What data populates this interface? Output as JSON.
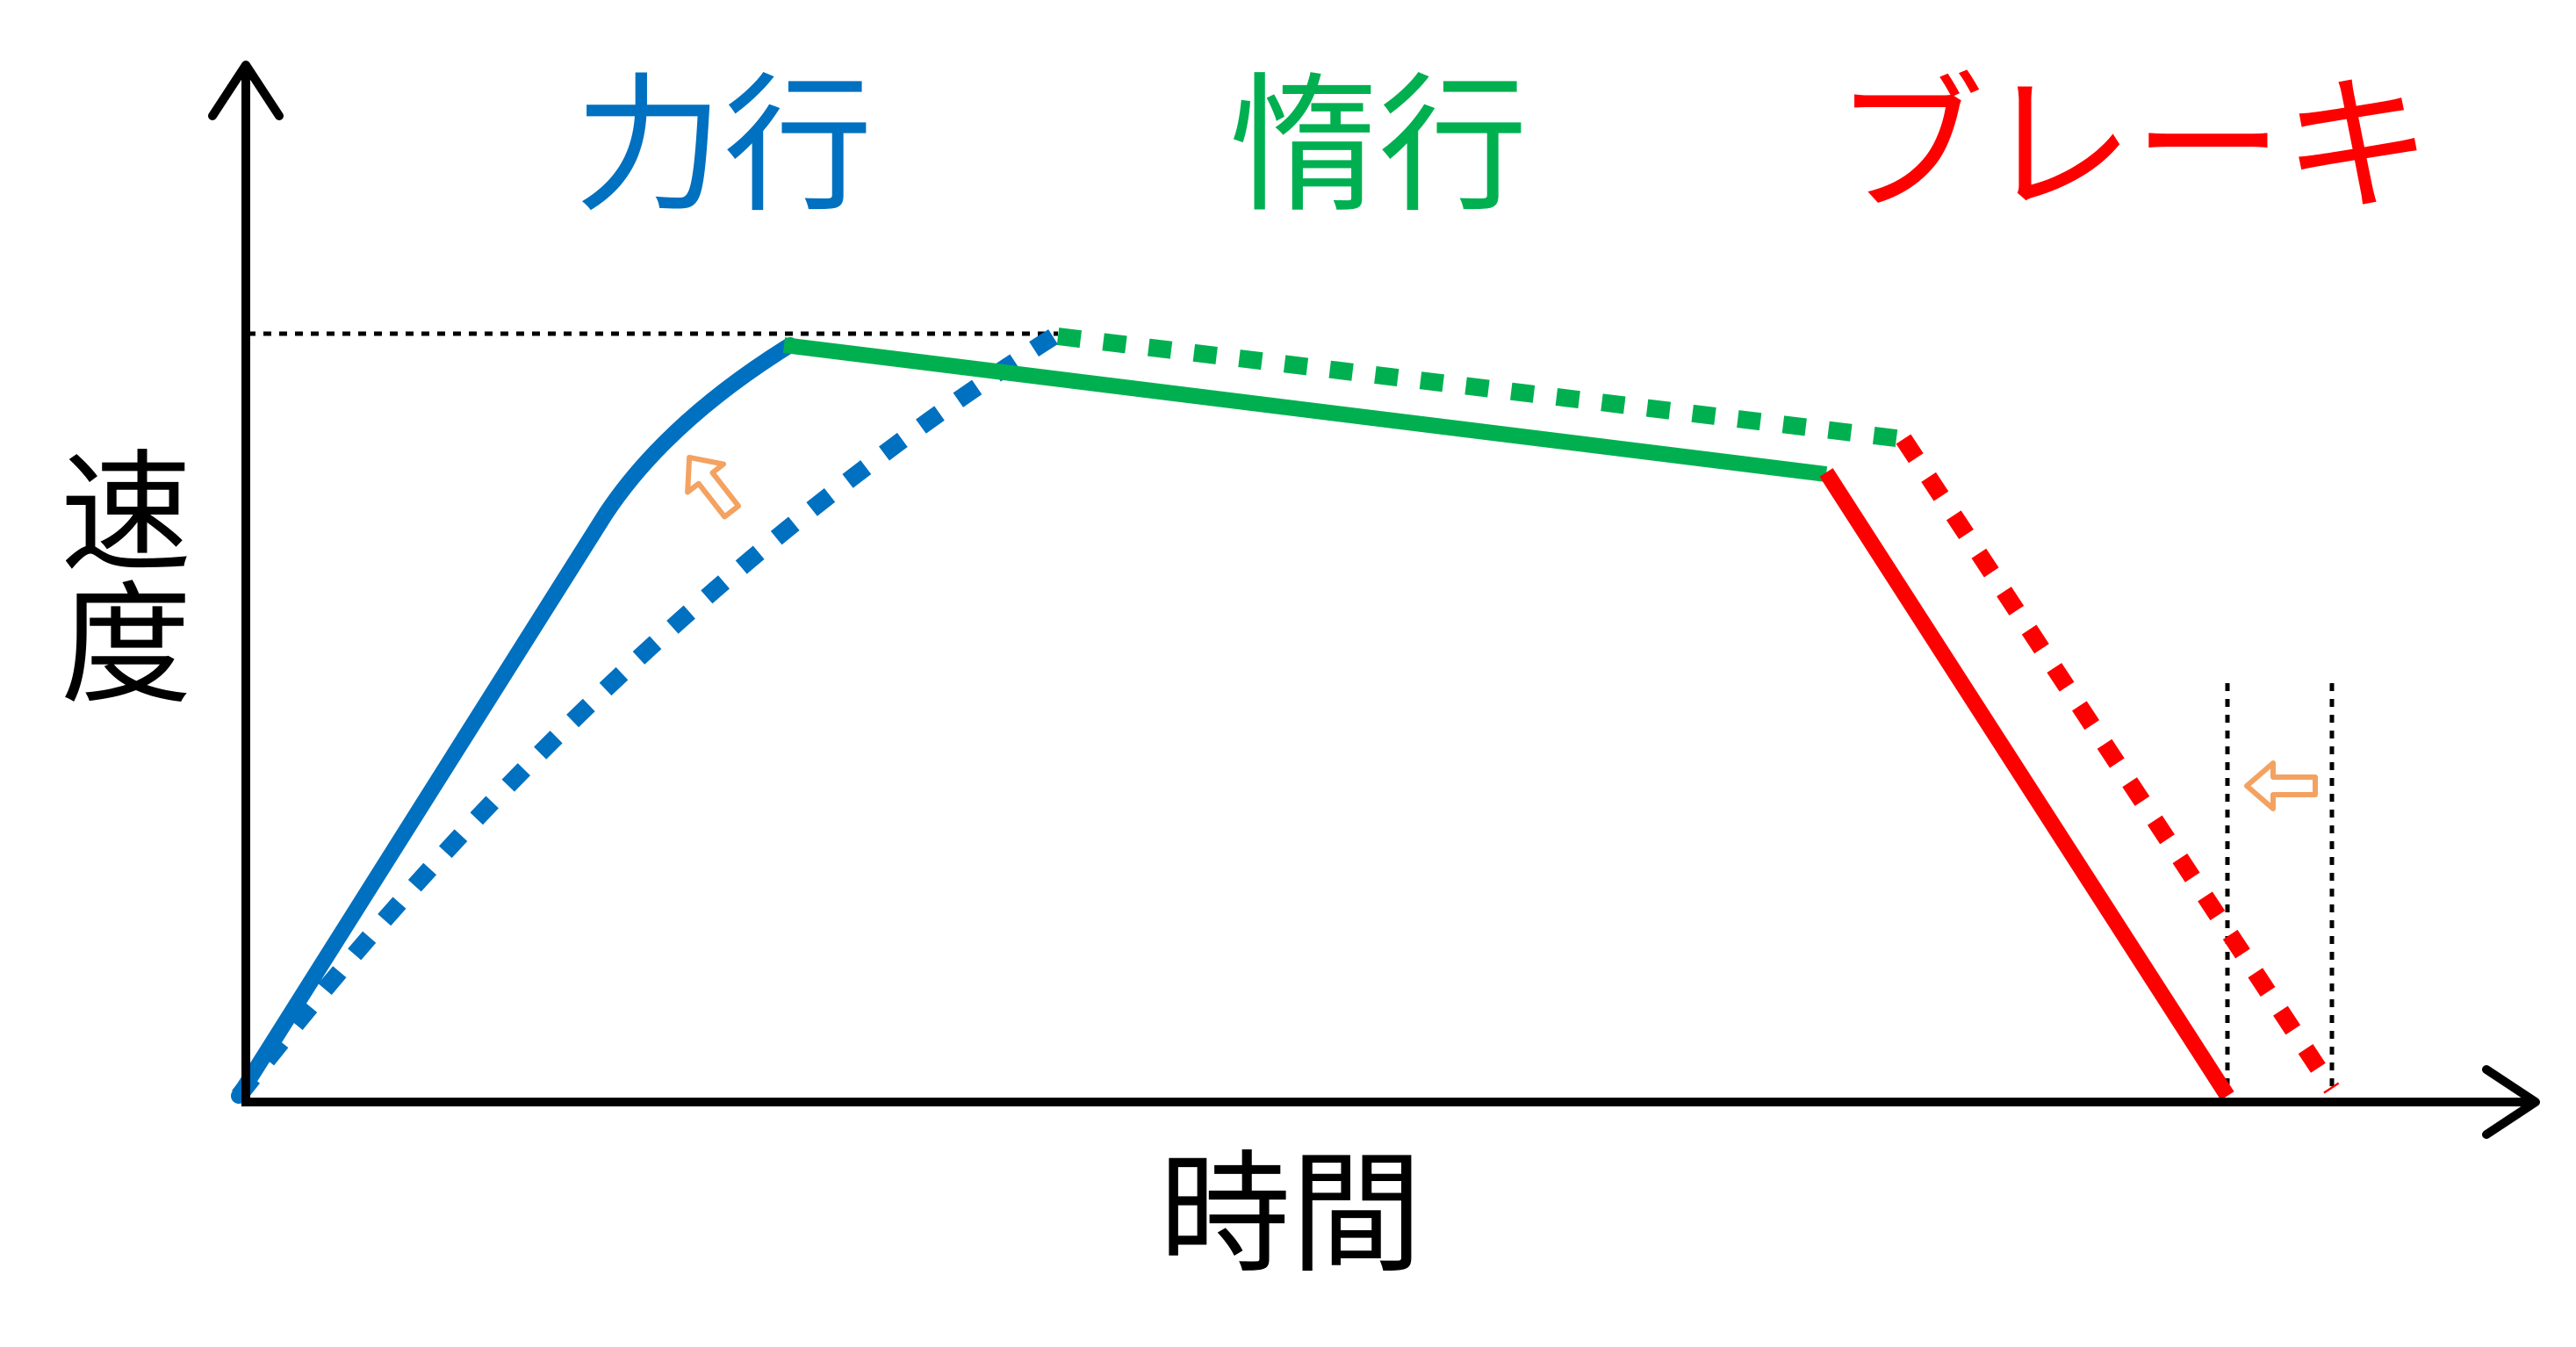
{
  "phases": {
    "powering": {
      "label": "力行",
      "color": "#0070C0"
    },
    "coasting": {
      "label": "惰行",
      "color": "#00B050"
    },
    "braking": {
      "label": "ブレーキ",
      "color": "#FF0000"
    }
  },
  "axes": {
    "x_label": "時間",
    "y_label": "速度",
    "color": "#000000"
  },
  "markers": {
    "arrow_color": "#F4A261",
    "arrow_icon": "outline-arrow-icon"
  }
}
